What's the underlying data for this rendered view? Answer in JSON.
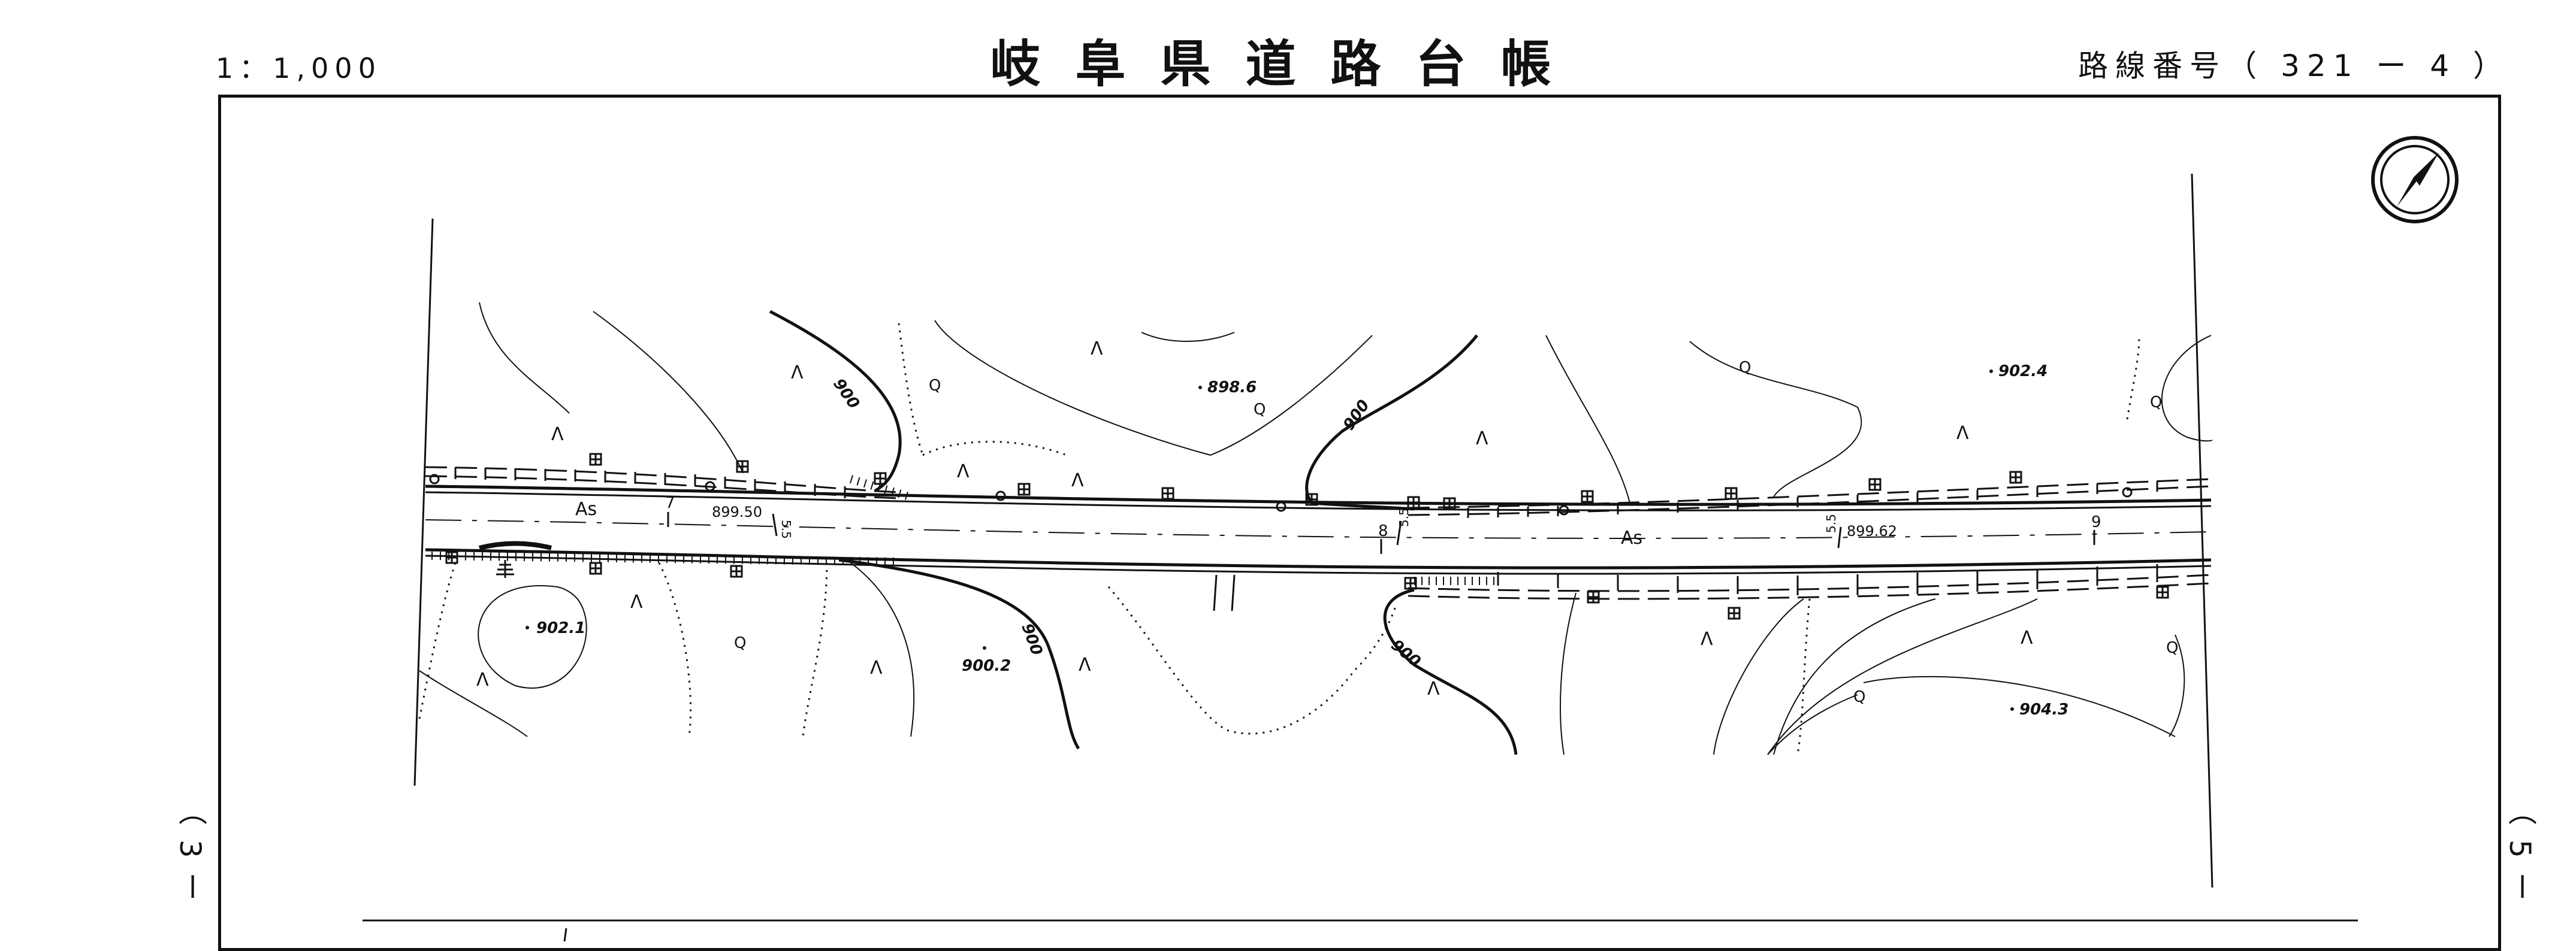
{
  "header": {
    "scale": "1：1,000",
    "title": "岐阜県道路台帳",
    "route_number": "路線番号（ 321 ー 4 ）"
  },
  "edge_notes": {
    "left": "（3ー",
    "right": "（5ー"
  },
  "road": {
    "surface": "As",
    "surface_2": "As",
    "stations": [
      "7",
      "8",
      "9"
    ],
    "road_elevations": [
      "899.50",
      "899.62"
    ],
    "widths": [
      "5.5",
      "5.5",
      "5.5"
    ]
  },
  "spot_heights": [
    "898.6",
    "902.4",
    "902.1",
    "900.2",
    "904.3"
  ],
  "contours": [
    "900",
    "900",
    "900",
    "900"
  ],
  "icons": {
    "north": "north-arrow-icon",
    "grass": "grass-symbol-icon",
    "broadleaf": "broadleaf-tree-icon",
    "utility": "utility-box-icon",
    "pole": "pole-icon"
  }
}
